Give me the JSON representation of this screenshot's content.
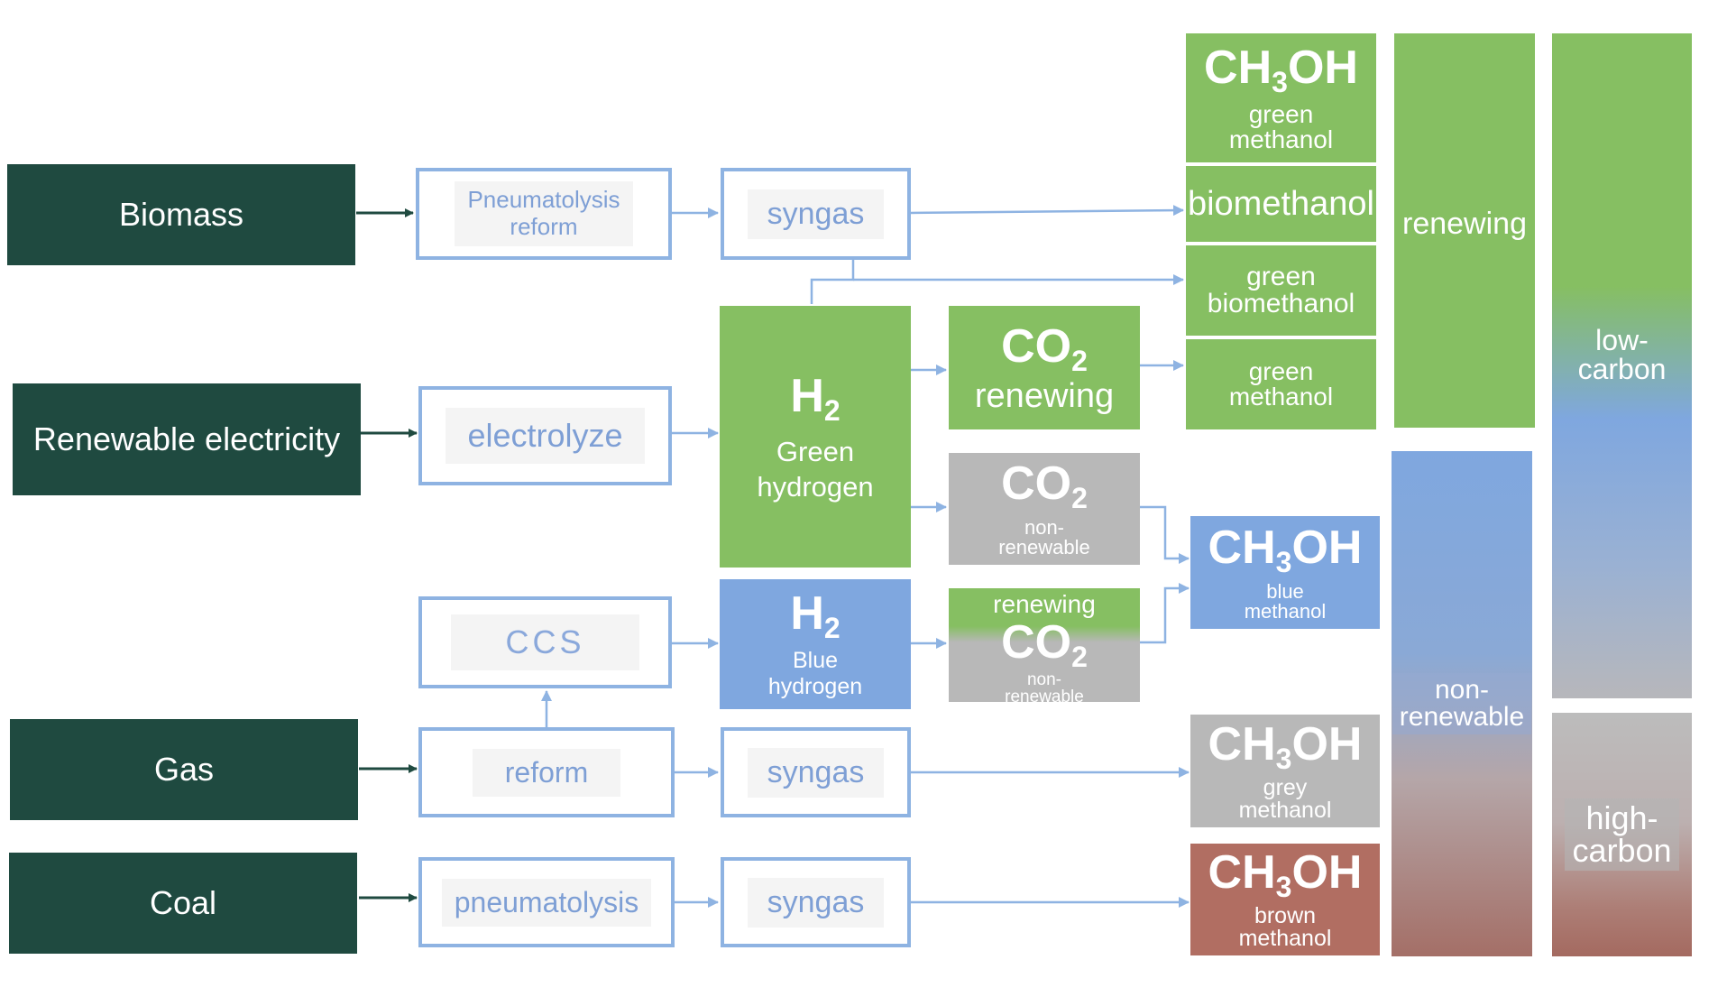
{
  "sources": {
    "biomass": "Biomass",
    "renewable": "Renewable electricity",
    "gas": "Gas",
    "coal": "Coal"
  },
  "processes": {
    "pneumatolysis_reform": [
      "Pneumatolysis",
      "reform"
    ],
    "electrolyze": "electrolyze",
    "ccs": "CCS",
    "reform": "reform",
    "pneumatolysis": "pneumatolysis"
  },
  "syngas": "syngas",
  "hydrogen": {
    "green": {
      "formula": "H",
      "sub": "2",
      "line1": "Green",
      "line2": "hydrogen"
    },
    "blue": {
      "formula": "H",
      "sub": "2",
      "line1": "Blue",
      "line2": "hydrogen"
    }
  },
  "co2": {
    "formula": "CO",
    "sub": "2",
    "renewing": "renewing",
    "nonrenewable": [
      "non-",
      "renewable"
    ],
    "mixed_top": "renewing"
  },
  "methanol": {
    "formula": "CH",
    "sub": "3",
    "tail": "OH",
    "green_methanol": [
      "green",
      "methanol"
    ],
    "biomethanol": "biomethanol",
    "green_biomethanol": [
      "green",
      "biomethanol"
    ],
    "green_methanol_2": [
      "green",
      "methanol"
    ],
    "blue_methanol": [
      "blue",
      "methanol"
    ],
    "grey_methanol": [
      "grey",
      "methanol"
    ],
    "brown_methanol": [
      "brown",
      "methanol"
    ]
  },
  "categories": {
    "renewing": "renewing",
    "nonrenewable": [
      "non-",
      "renewable"
    ],
    "lowcarbon": [
      "low-",
      "carbon"
    ],
    "highcarbon": [
      "high-",
      "carbon"
    ]
  },
  "colors": {
    "source": "#1f4a40",
    "green": "#86bf62",
    "blue": "#7fa7df",
    "grey": "#b8b8b8",
    "brown": "#b16e62",
    "arrow_dark": "#1f4a40",
    "arrow_light": "#8eb3e2"
  }
}
